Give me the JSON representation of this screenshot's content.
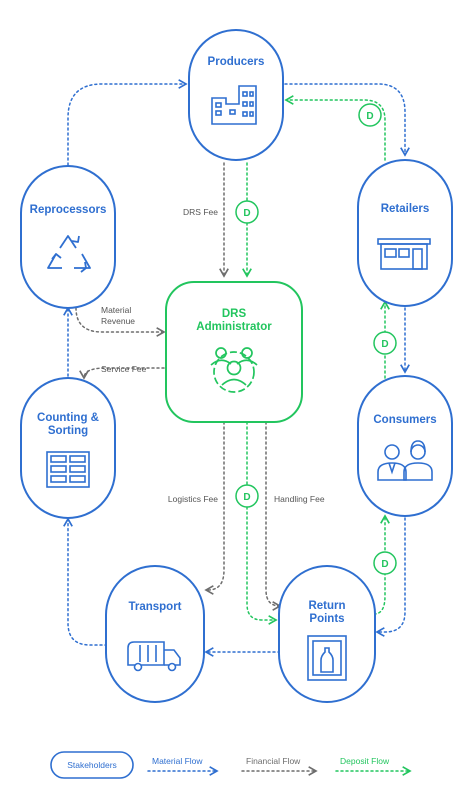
{
  "colors": {
    "material": "#2f6fd0",
    "financial": "#6d6d6d",
    "deposit": "#22c55e",
    "node_fill": "#ffffff"
  },
  "nodes": {
    "producers": "Producers",
    "retailers": "Retailers",
    "reprocessors": "Reprocessors",
    "administrator_line1": "DRS",
    "administrator_line2": "Administrator",
    "counting_line1": "Counting &",
    "counting_line2": "Sorting",
    "consumers": "Consumers",
    "transport": "Transport",
    "return_line1": "Return",
    "return_line2": "Points"
  },
  "icons": {
    "producers": "factory-icon",
    "retailers": "shop-icon",
    "reprocessors": "recycle-icon",
    "administrator": "people-gear-icon",
    "counting": "sorting-grid-icon",
    "consumers": "people-icon",
    "transport": "truck-icon",
    "return_points": "bottle-machine-icon"
  },
  "flow_labels": {
    "drs_fee": "DRS Fee",
    "material_revenue_line1": "Material",
    "material_revenue_line2": "Revenue",
    "service_fee": "Service Fee",
    "logistics_fee": "Logistics Fee",
    "handling_fee": "Handling Fee"
  },
  "deposit_marker": "D",
  "legend": {
    "stakeholders": "Stakeholders",
    "material_flow": "Material Flow",
    "financial_flow": "Financial Flow",
    "deposit_flow": "Deposit Flow"
  }
}
